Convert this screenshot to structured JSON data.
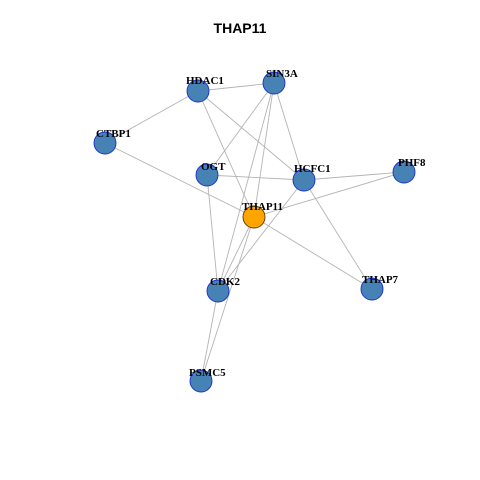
{
  "title": "THAP11",
  "colors": {
    "node_fill": "#4682B4",
    "node_stroke": "#1a2fd0",
    "center_fill": "#FFA500",
    "center_stroke": "#5a3a00",
    "edge": "#b4b4b4"
  },
  "nodes": [
    {
      "id": "THAP11",
      "label": "THAP11",
      "center": true
    },
    {
      "id": "HDAC1",
      "label": "HDAC1"
    },
    {
      "id": "SIN3A",
      "label": "SIN3A"
    },
    {
      "id": "CTBP1",
      "label": "CTBP1"
    },
    {
      "id": "OGT",
      "label": "OGT"
    },
    {
      "id": "HCFC1",
      "label": "HCFC1"
    },
    {
      "id": "PHF8",
      "label": "PHF8"
    },
    {
      "id": "CDK2",
      "label": "CDK2"
    },
    {
      "id": "THAP7",
      "label": "THAP7"
    },
    {
      "id": "PSMC5",
      "label": "PSMC5"
    }
  ],
  "edges": [
    [
      "HDAC1",
      "SIN3A"
    ],
    [
      "HDAC1",
      "CTBP1"
    ],
    [
      "HDAC1",
      "HCFC1"
    ],
    [
      "HDAC1",
      "THAP11"
    ],
    [
      "SIN3A",
      "OGT"
    ],
    [
      "SIN3A",
      "THAP11"
    ],
    [
      "SIN3A",
      "HCFC1"
    ],
    [
      "SIN3A",
      "CDK2"
    ],
    [
      "CTBP1",
      "THAP11"
    ],
    [
      "OGT",
      "HCFC1"
    ],
    [
      "OGT",
      "CDK2"
    ],
    [
      "HCFC1",
      "PHF8"
    ],
    [
      "HCFC1",
      "THAP7"
    ],
    [
      "HCFC1",
      "CDK2"
    ],
    [
      "PHF8",
      "THAP11"
    ],
    [
      "THAP11",
      "THAP7"
    ],
    [
      "THAP11",
      "CDK2"
    ],
    [
      "THAP11",
      "PSMC5"
    ],
    [
      "CDK2",
      "PSMC5"
    ]
  ]
}
